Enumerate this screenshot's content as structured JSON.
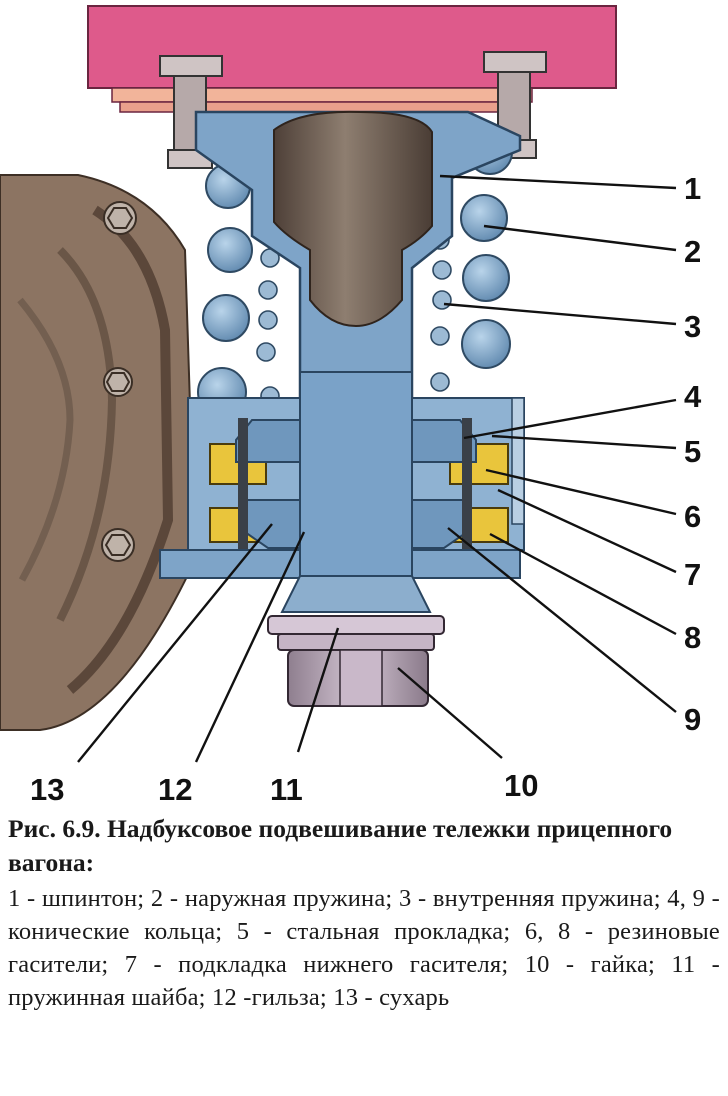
{
  "figure": {
    "callouts": [
      "1",
      "2",
      "3",
      "4",
      "5",
      "6",
      "7",
      "8",
      "9",
      "10",
      "11",
      "12",
      "13"
    ],
    "colors": {
      "frame": "#de5a8b",
      "body": "#7ea4c8",
      "spring": "#7ba5c4",
      "cavity": "#7a6a5c",
      "rubber": "#e9c53c",
      "housing": "#8c7462",
      "nut": "#b4a2b2"
    }
  },
  "caption": {
    "title": "Рис. 6.9. Надбуксовое подвешивание тележки прицепного вагона:",
    "body": "1 - шпинтон; 2 - наружная пружина; 3 - внутренняя пружина; 4, 9 - конические кольца; 5 - стальная прокладка; 6, 8 - резиновые гасители; 7 - подкладка нижнего гасителя; 10 - гайка; 11 - пружинная шайба; 12 -гильза; 13 - сухарь"
  }
}
